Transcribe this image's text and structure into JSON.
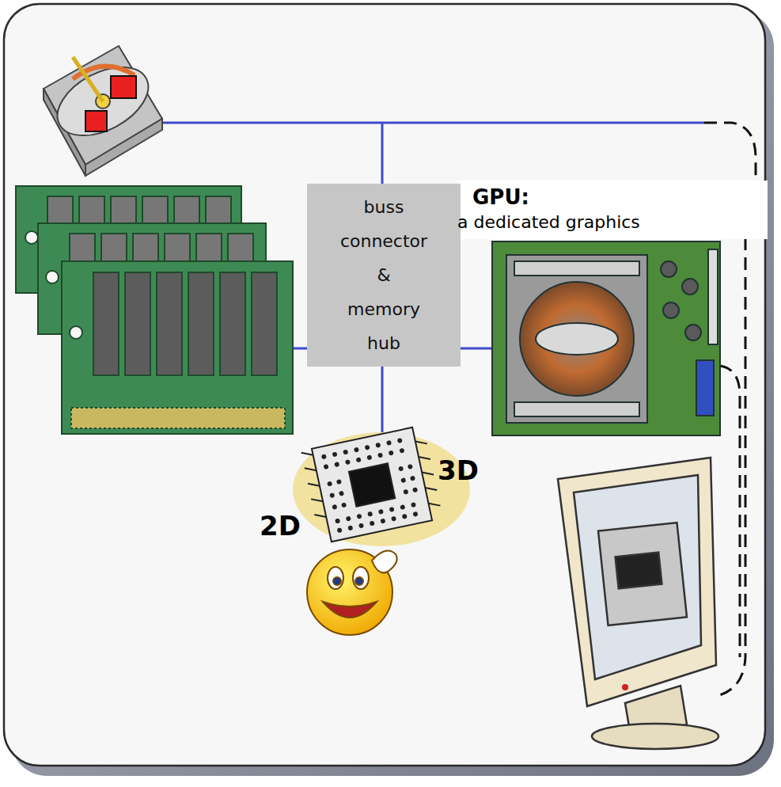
{
  "diagram": {
    "nodes": [
      {
        "text": [
          "buss connector & memory hub"
        ]
      }
    ],
    "labels": [
      "GPU:",
      "a dedicated graphics",
      "3D",
      "2D"
    ]
  }
}
